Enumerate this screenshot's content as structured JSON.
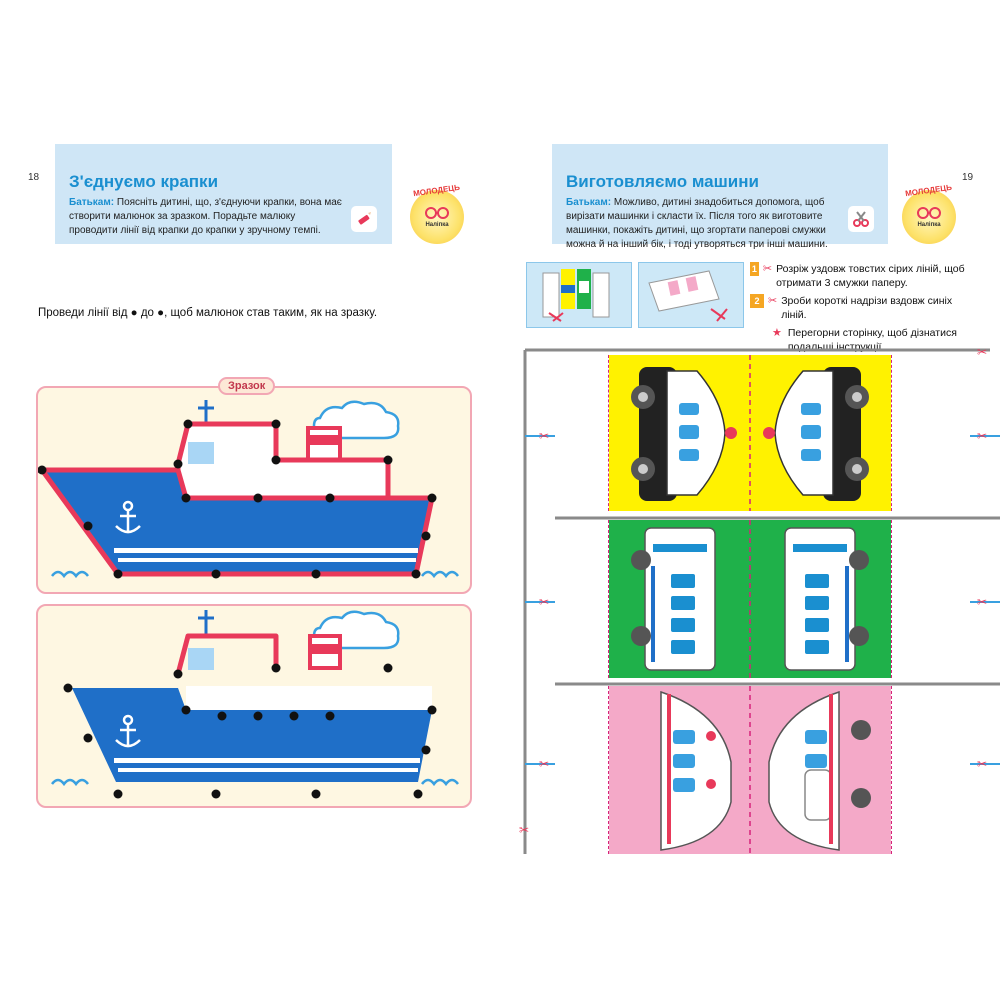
{
  "left": {
    "page_number": "18",
    "title": "З'єднуємо крапки",
    "parents_label": "Батькам:",
    "parents_text": "Поясніть дитині, що, з'єднуючи крапки, вона має створити малюнок за зразком. Порадьте малюку проводити лінії від крапки до крапки у зручному темпі.",
    "tool_icon": "crayon-icon",
    "badge_top": "МОЛОДЕЦЬ",
    "badge_bottom": "Наліпка",
    "instruction_before": "Проведи лінії від",
    "instruction_middle": "до",
    "instruction_after": ", щоб малюнок став таким, як на зразку.",
    "sample_label": "Зразок",
    "colors": {
      "accent": "#1a8fd0",
      "hull": "#1f6fc8",
      "line": "#e8395a",
      "panel_bg": "#fef7e2"
    }
  },
  "right": {
    "page_number": "19",
    "title": "Виготовляємо машини",
    "parents_label": "Батькам:",
    "parents_text": "Можливо, дитині знадобиться допомога, щоб вирізати машинки і скласти їх. Після того як виготовите машинки, покажіть дитині, що згортати паперові смужки можна й на інший бік, і тоді утворяться три інші машини.",
    "tool_icon": "scissors-icon",
    "badge_top": "МОЛОДЕЦЬ",
    "badge_bottom": "Наліпка",
    "steps": [
      {
        "num": "1",
        "text": "Розріж уздовж товстих сірих ліній, щоб отримати 3 смужки паперу."
      },
      {
        "num": "2",
        "text": "Зроби короткі надрізи вздовж синіх ліній."
      }
    ],
    "note": "Перегорни сторінку, щоб дізнатися подальші інструкції.",
    "strips": [
      {
        "vehicle": "police-car",
        "bg": "#fff200"
      },
      {
        "vehicle": "bus",
        "bg": "#1fb14a"
      },
      {
        "vehicle": "ambulance",
        "bg": "#f4a9c8"
      }
    ]
  }
}
